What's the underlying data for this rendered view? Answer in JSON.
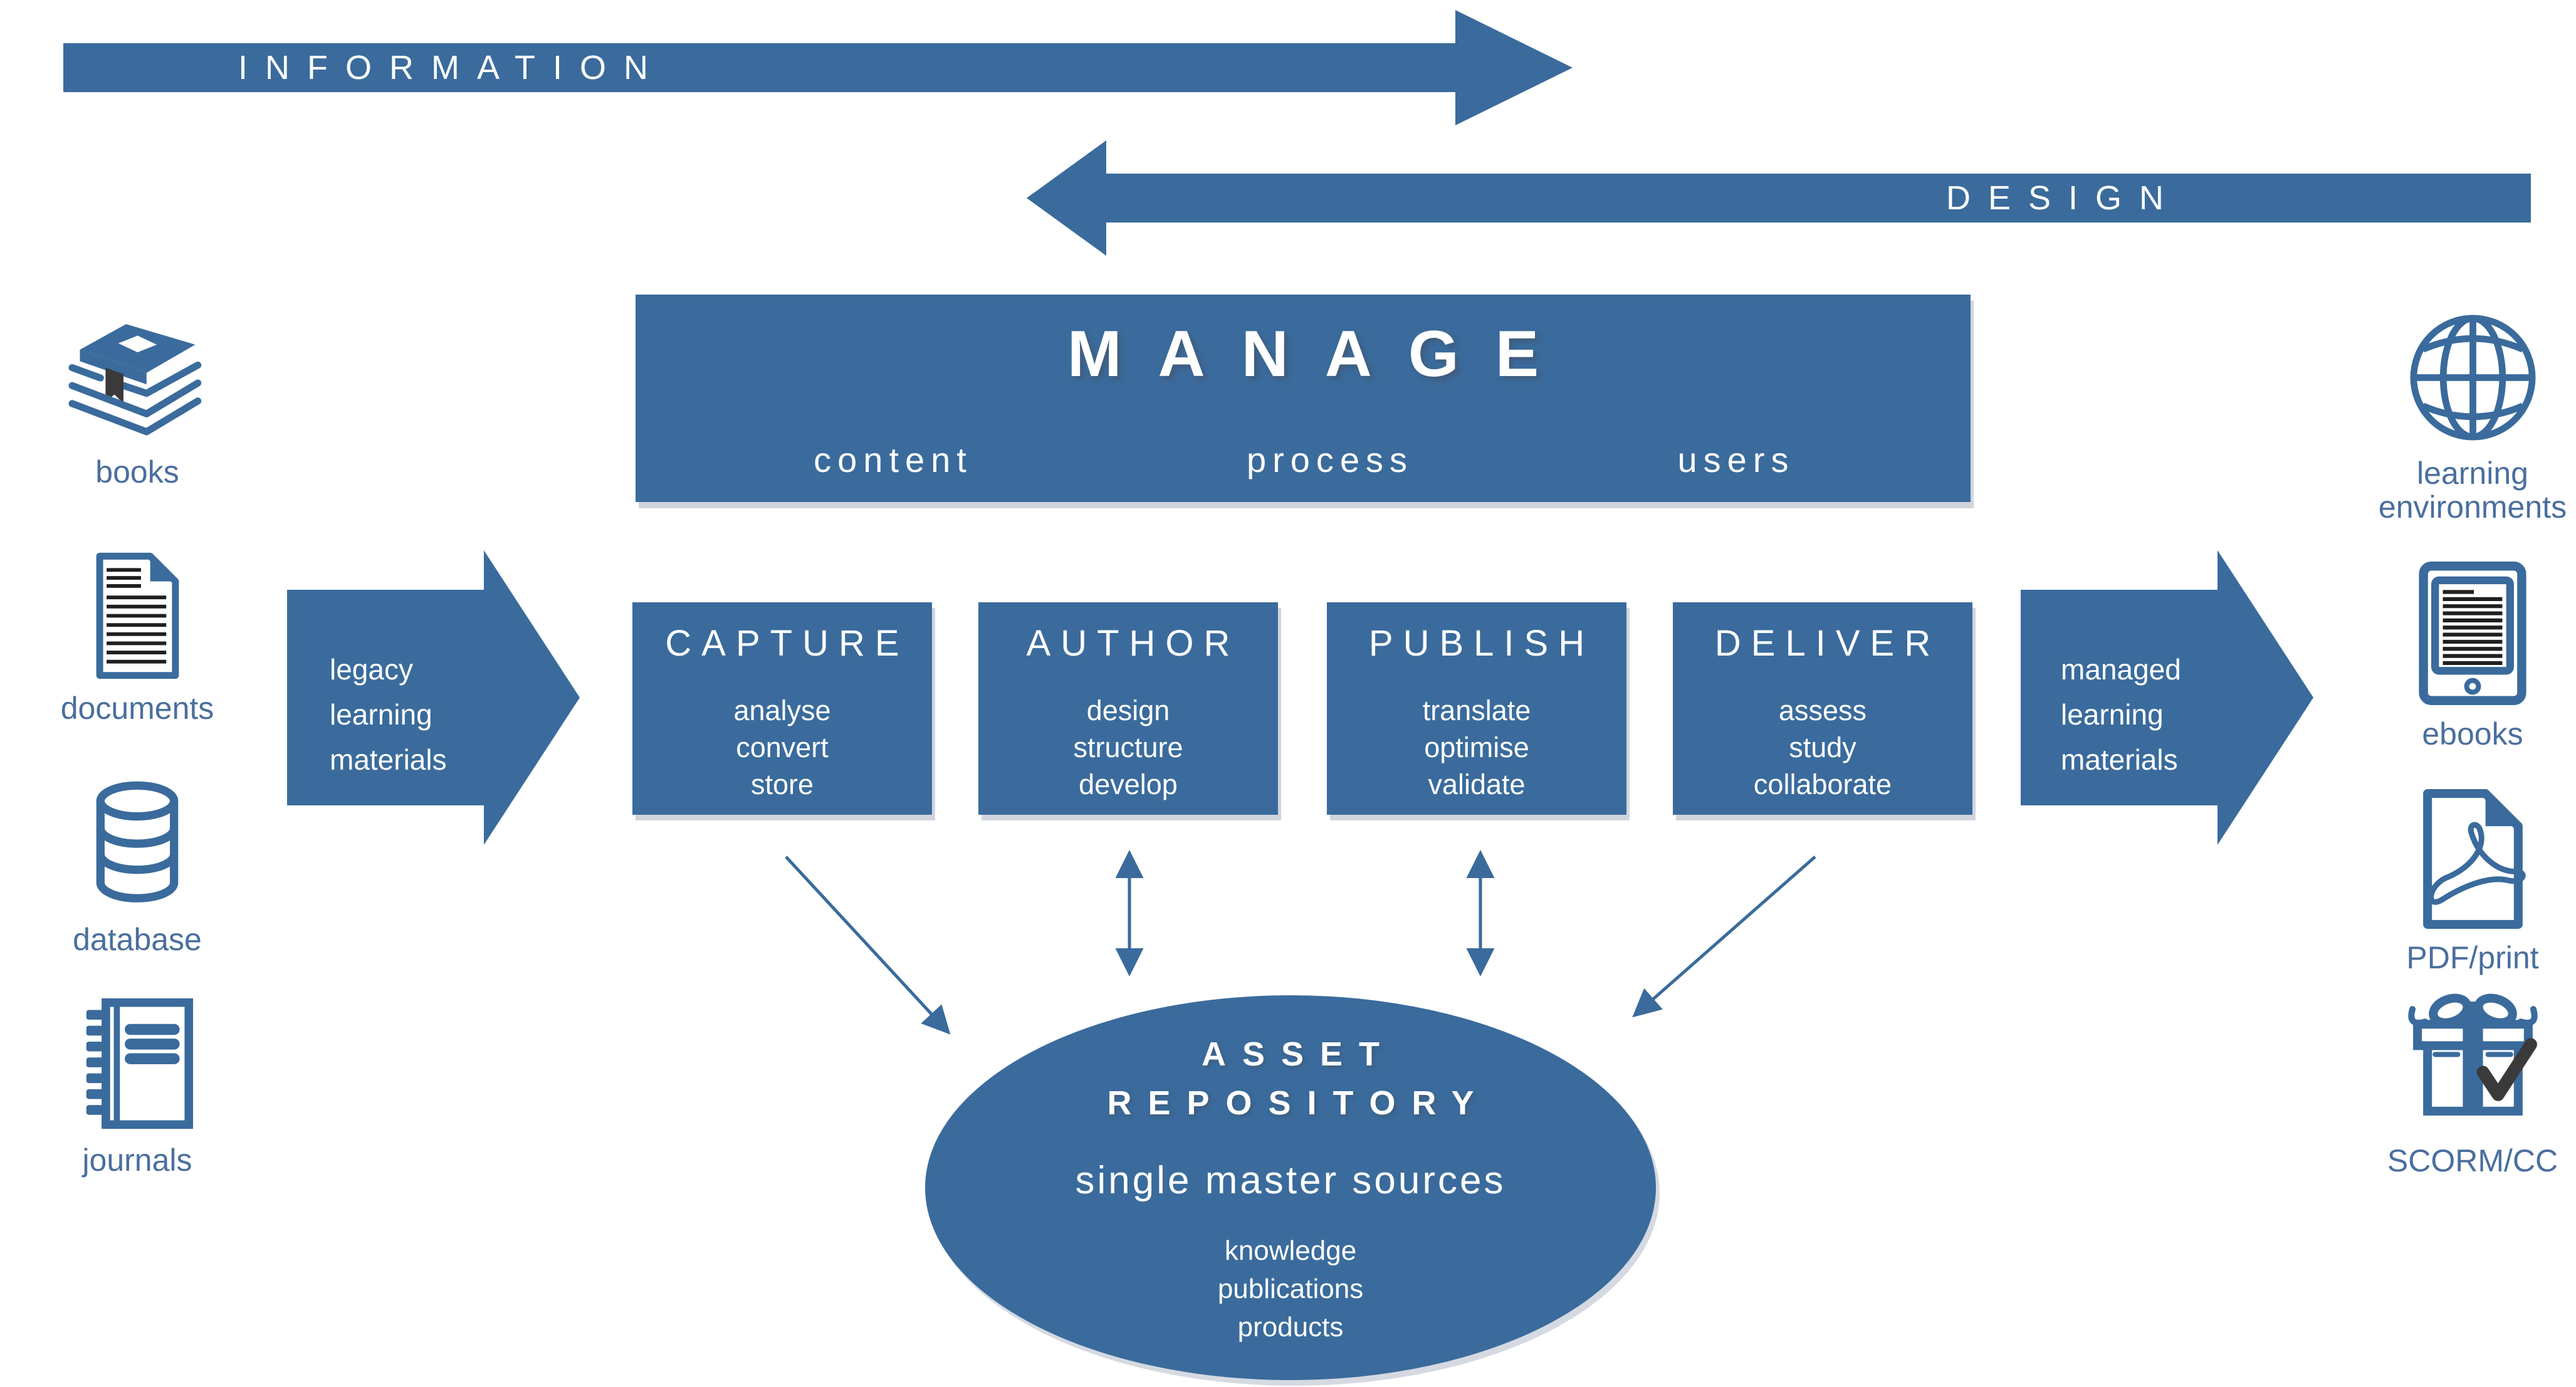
{
  "colors": {
    "accent": "#3a6b9c",
    "label": "#4a6f9e",
    "dark": "#3a3a3a",
    "ink": "#1f1f1f"
  },
  "flow_arrows": {
    "information": "INFORMATION",
    "design": "DESIGN"
  },
  "manage": {
    "title": "MANAGE",
    "items": [
      "content",
      "process",
      "users"
    ]
  },
  "input_arrow": {
    "lines": [
      "legacy",
      "learning",
      "materials"
    ]
  },
  "output_arrow": {
    "lines": [
      "managed",
      "learning",
      "materials"
    ]
  },
  "stages": [
    {
      "title": "CAPTURE",
      "items": [
        "analyse",
        "convert",
        "store"
      ]
    },
    {
      "title": "AUTHOR",
      "items": [
        "design",
        "structure",
        "develop"
      ]
    },
    {
      "title": "PUBLISH",
      "items": [
        "translate",
        "optimise",
        "validate"
      ]
    },
    {
      "title": "DELIVER",
      "items": [
        "assess",
        "study",
        "collaborate"
      ]
    }
  ],
  "sources": [
    {
      "icon": "books-icon",
      "label": "books"
    },
    {
      "icon": "document-icon",
      "label": "documents"
    },
    {
      "icon": "database-icon",
      "label": "database"
    },
    {
      "icon": "journal-icon",
      "label": "journals"
    }
  ],
  "outputs": [
    {
      "icon": "globe-icon",
      "label": "learning environments"
    },
    {
      "icon": "ebook-icon",
      "label": "ebooks"
    },
    {
      "icon": "pdf-icon",
      "label": "PDF/print"
    },
    {
      "icon": "gift-icon",
      "label": "SCORM/CC"
    }
  ],
  "repository": {
    "title_lines": [
      "ASSET",
      "REPOSITORY"
    ],
    "subtitle": "single master sources",
    "items": [
      "knowledge",
      "publications",
      "products"
    ]
  }
}
